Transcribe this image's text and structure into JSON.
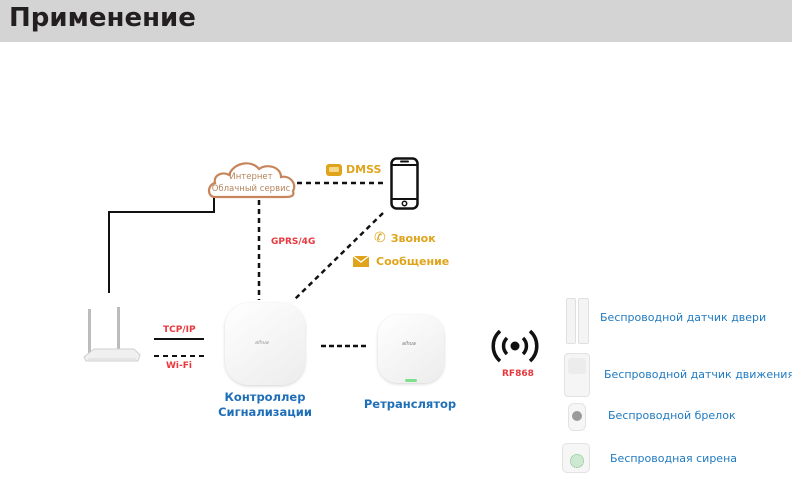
{
  "header": {
    "title": "Применение"
  },
  "diagram": {
    "cloud": {
      "line1": "Интернет",
      "line2": "Облачный сервис",
      "icon": "cloud-icon"
    },
    "phone": {
      "icon": "smartphone-icon"
    },
    "dmss": {
      "label": "DMSS",
      "icon": "dmss-app-icon"
    },
    "gprs": {
      "label": "GPRS/4G"
    },
    "call": {
      "label": "Звонок",
      "icon": "phone-call-icon"
    },
    "message": {
      "label": "Сообщение",
      "icon": "envelope-icon"
    },
    "router": {
      "icon": "wifi-router-icon"
    },
    "tcpip": {
      "label": "TCP/IP"
    },
    "wifi": {
      "label": "Wi-Fi"
    },
    "controller": {
      "line1": "Контроллер",
      "line2": "Сигнализации",
      "brand": "alhua"
    },
    "repeater": {
      "label": "Ретранслятор",
      "brand": "alhua"
    },
    "rf": {
      "label": "RF868",
      "icon": "radio-signal-icon"
    },
    "devices": [
      {
        "label": "Беспроводной датчик двери",
        "icon": "door-sensor-icon"
      },
      {
        "label": "Беспроводной датчик движения",
        "icon": "motion-sensor-icon"
      },
      {
        "label": "Беспроводной брелок",
        "icon": "keyfob-icon"
      },
      {
        "label": "Беспроводная сирена",
        "icon": "siren-icon"
      }
    ],
    "colors": {
      "orange": "#e0a41c",
      "red": "#e8383d",
      "blue": "#1f6fb8",
      "cloud_stroke": "#c8845a"
    }
  }
}
